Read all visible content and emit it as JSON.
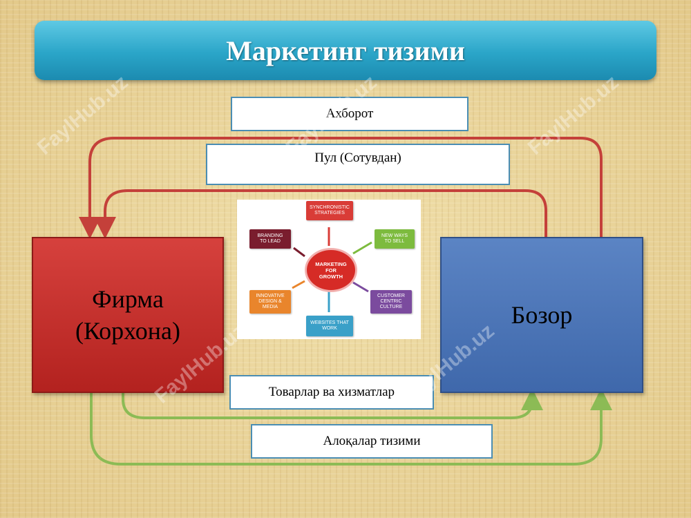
{
  "title": "Маркетинг тизими",
  "labels": {
    "information": "Ахборот",
    "money": "Пул  (Сотувдан)",
    "goods": "Товарлар ва хизматлар",
    "communication": "Алоқалар  тизими"
  },
  "nodes": {
    "firm": "Фирма\n(Корхона)",
    "market": "Бозор"
  },
  "growth_image": {
    "center": "MARKETING\nFOR\nGROWTH",
    "tiles": [
      {
        "text": "SYNCHRONISTIC\nSTRATEGIES",
        "color": "#d93c37"
      },
      {
        "text": "NEW WAYS\nTO SELL",
        "color": "#7dbb3e"
      },
      {
        "text": "CUSTOMER\nCENTRIC\nCULTURE",
        "color": "#7b4b9e"
      },
      {
        "text": "WEBSITES THAT\nWORK",
        "color": "#3aa0c8"
      },
      {
        "text": "INNOVATIVE\nDESIGN &\nMEDIA",
        "color": "#e9852c"
      },
      {
        "text": "BRANDING\nTO LEAD",
        "color": "#7a1d2e"
      }
    ]
  },
  "colors": {
    "red_arrow": "#c4403a",
    "green_arrow": "#8cbb55",
    "title_bar": "#2aa5c8",
    "firm_box": "#c52e2a",
    "market_box": "#4a74b8"
  },
  "watermark": "FaylHub.uz"
}
